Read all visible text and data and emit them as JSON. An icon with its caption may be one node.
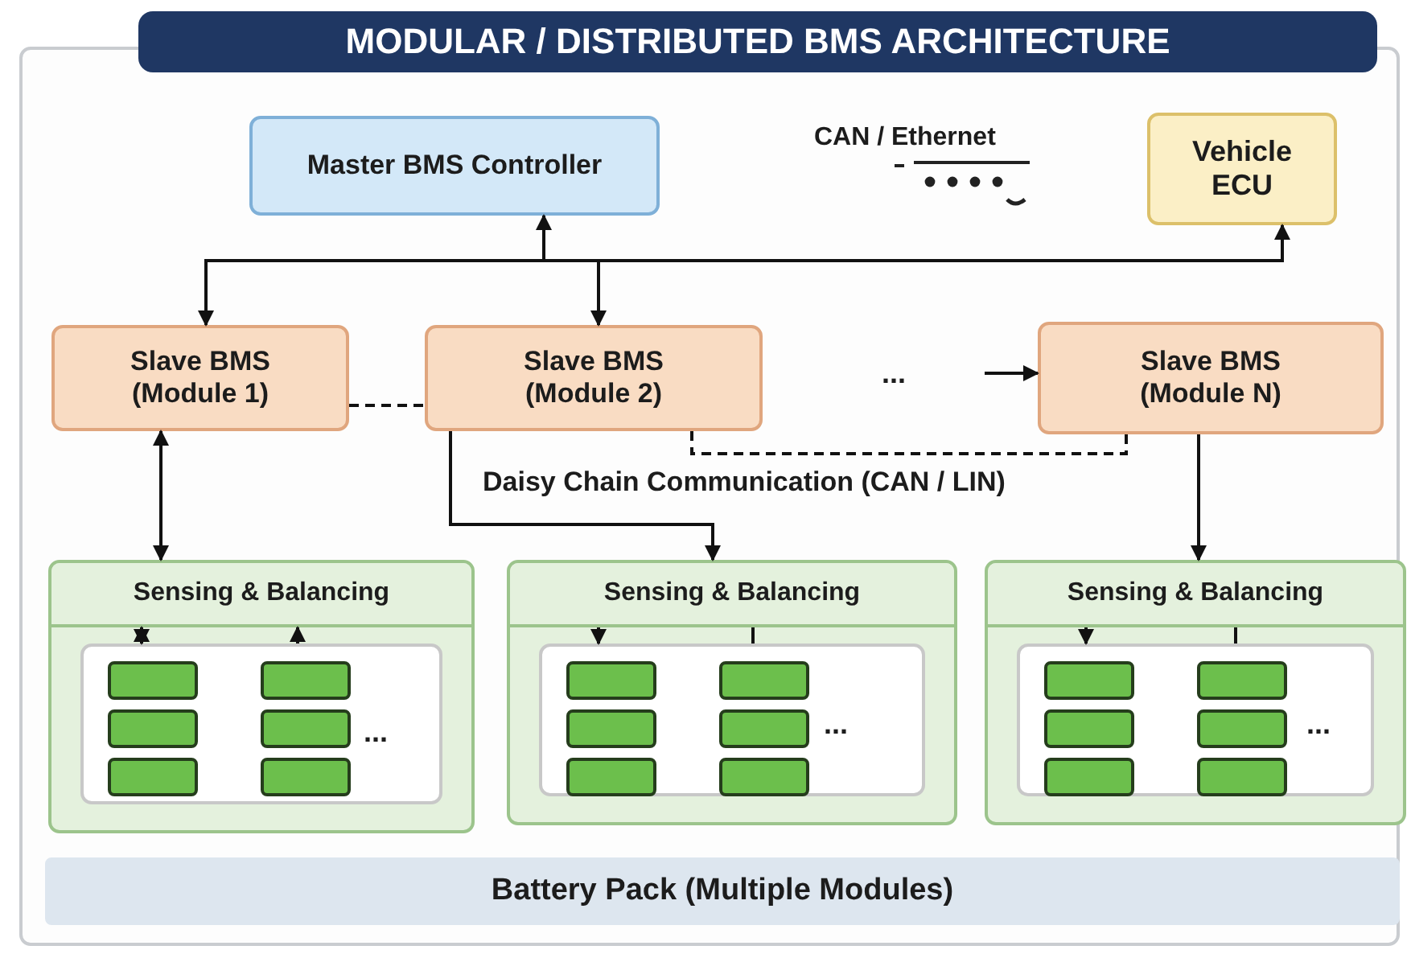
{
  "diagram": {
    "title": "MODULAR / DISTRIBUTED BMS ARCHITECTURE",
    "nodes": [
      {
        "text": [
          "Master BMS Controller"
        ]
      },
      {
        "text": [
          "Vehicle ECU"
        ]
      },
      {
        "text": [
          "Slave BMS (Module 1)"
        ]
      },
      {
        "text": [
          "Slave BMS (Module 2)"
        ]
      },
      {
        "text": [
          "Slave BMS (Module N)"
        ]
      },
      {
        "text": [],
        "shape": "box"
      },
      {
        "text": [
          "Sensing & Balancing"
        ],
        "in": 5
      },
      {
        "text": [],
        "shape": "box",
        "in": 5
      },
      {
        "text": [],
        "shape": "box"
      },
      {
        "text": [
          "Sensing & Balancing"
        ],
        "in": 8
      },
      {
        "text": [],
        "shape": "box",
        "in": 8
      },
      {
        "text": [],
        "shape": "box"
      },
      {
        "text": [
          "Sensing & Balancing"
        ],
        "in": 11
      },
      {
        "text": [],
        "shape": "box",
        "in": 11
      },
      {
        "text": [
          "Battery Pack (Multiple Modules)"
        ]
      }
    ],
    "edges": [
      {
        "from": 0,
        "to": 2,
        "arrow": "to"
      },
      {
        "from": 0,
        "to": 3,
        "arrow": "to"
      },
      {
        "from": 0,
        "to": 1,
        "arrow": "both"
      },
      {
        "from": null,
        "to": 4,
        "arrow": "to"
      },
      {
        "from": 2,
        "to": 3,
        "arrow": "none",
        "style": "dashed"
      },
      {
        "from": 3,
        "to": 4,
        "arrow": "none",
        "style": "dashed"
      },
      {
        "from": 2,
        "to": 5,
        "arrow": "both"
      },
      {
        "from": 3,
        "to": 8,
        "arrow": "to"
      },
      {
        "from": 4,
        "to": 11,
        "arrow": "to"
      },
      {
        "from": 7,
        "to": 6,
        "arrow": "both"
      },
      {
        "from": 7,
        "to": 6,
        "arrow": "to"
      },
      {
        "from": 9,
        "to": 10,
        "arrow": "to"
      },
      {
        "from": 9,
        "to": 10,
        "arrow": "none"
      },
      {
        "from": 12,
        "to": 13,
        "arrow": "to"
      },
      {
        "from": 12,
        "to": 13,
        "arrow": "none"
      }
    ],
    "labels": [
      "CAN / Ethernet",
      "...",
      "Daisy Chain Communication (CAN / LIN)",
      "...",
      "...",
      "..."
    ]
  }
}
